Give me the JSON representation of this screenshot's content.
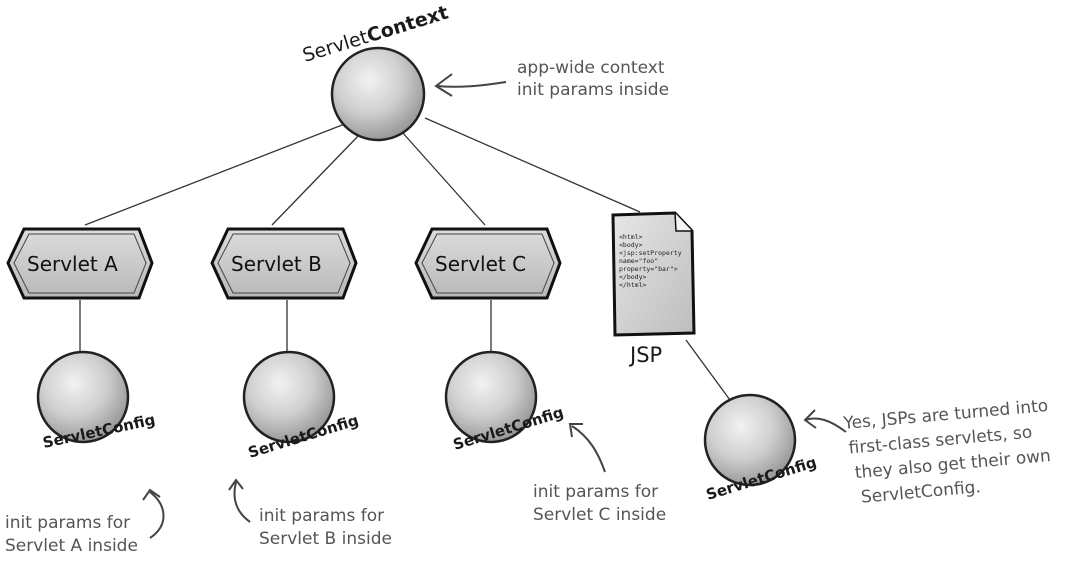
{
  "context": {
    "name_prefix": "Servlet",
    "name_suffix": "Context",
    "note_line1": "app-wide context",
    "note_line2": "init params inside"
  },
  "servlets": [
    {
      "label": "Servlet A",
      "config": "ServletConfig",
      "note_line1": "init params for",
      "note_line2": "Servlet A inside"
    },
    {
      "label": "Servlet B",
      "config": "ServletConfig",
      "note_line1": "init params for",
      "note_line2": "Servlet B inside"
    },
    {
      "label": "Servlet C",
      "config": "ServletConfig",
      "note_line1": "init params for",
      "note_line2": "Servlet C inside"
    }
  ],
  "jsp": {
    "label": "JSP",
    "code_lines": [
      "<html>",
      "<body>",
      "<jsp:setProperty",
      "name=\"foo\"",
      "property=\"bar\">",
      "</body>",
      "</html>"
    ],
    "config": "ServletConfig",
    "note_lines": [
      "Yes, JSPs are turned into",
      "first-class servlets, so",
      "they also get their own",
      "ServletConfig."
    ]
  }
}
